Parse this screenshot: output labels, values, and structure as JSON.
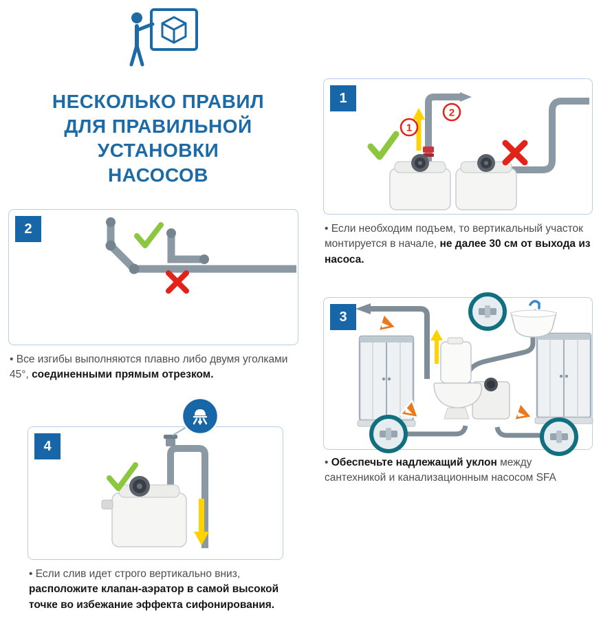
{
  "header": {
    "icon": "presenter-with-cube-board",
    "title": "НЕСКОЛЬКО ПРАВИЛ\nДЛЯ ПРАВИЛЬНОЙ\nУСТАНОВКИ\nНАСОСОВ"
  },
  "colors": {
    "primary_blue": "#1c6aa6",
    "badge_blue": "#1766a8",
    "panel_border": "#b7cfe6",
    "check_green": "#8dc63f",
    "error_red": "#e2231a",
    "arrow_yellow": "#ffd200",
    "pipe_gray": "#8a99a4",
    "highlight_teal": "#11707f",
    "warning_orange": "#e8791c"
  },
  "icons": {
    "check": "green-checkmark",
    "cross": "red-x-mark",
    "up_arrow": "yellow-up-arrow",
    "down_arrow": "yellow-down-arrow",
    "warning": "orange-slope-warning-triangle",
    "highlight": "teal-connection-ring",
    "aerator": "aerator-valve-detail"
  },
  "panels": {
    "rule1": {
      "number": "1",
      "callouts": [
        "1",
        "2"
      ],
      "caption_pre": "• Если необходим подъем, то вертикальный участок монтируется в начале, ",
      "caption_bold": "не далее 30 см от выхода из насоса.",
      "caption_post": ""
    },
    "rule2": {
      "number": "2",
      "caption_pre": "• Все изгибы выполняются плавно либо двумя уголками 45°, ",
      "caption_bold": "соединенными прямым отрезком.",
      "caption_post": ""
    },
    "rule3": {
      "number": "3",
      "caption_pre": "• ",
      "caption_bold": "Обеспечьте надлежащий уклон",
      "caption_post": " между сантехникой и канализационным насосом SFA"
    },
    "rule4": {
      "number": "4",
      "caption_pre": "• Если слив идет строго вертикально вниз, ",
      "caption_bold": "расположите клапан-аэратор в самой высокой точке во избежание эффекта сифонирования.",
      "caption_post": ""
    }
  }
}
